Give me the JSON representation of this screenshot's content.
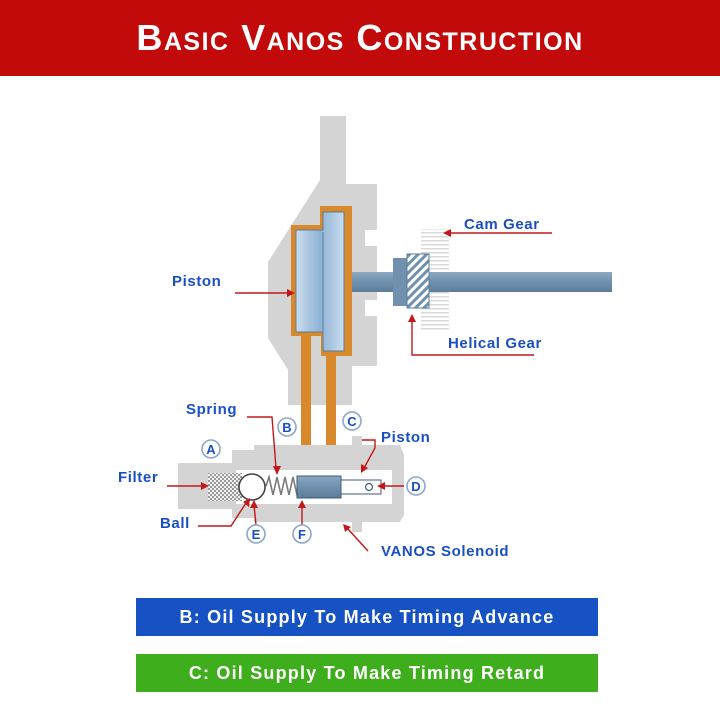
{
  "header": {
    "title": "Basic Vanos Construction"
  },
  "labels": {
    "piston_main": "Piston",
    "cam_gear": "Cam Gear",
    "helical_gear": "Helical Gear",
    "spring": "Spring",
    "piston_solenoid": "Piston",
    "filter": "Filter",
    "ball": "Ball",
    "vanos_solenoid": "VANOS Solenoid"
  },
  "markers": {
    "a": "A",
    "b": "B",
    "c": "C",
    "d": "D",
    "e": "E",
    "f": "F"
  },
  "legend": {
    "b": {
      "text": "B: Oil Supply To Make Timing Advance",
      "color": "#1652c4"
    },
    "c": {
      "text": "C: Oil Supply To Make Timing Retard",
      "color": "#3fae1d"
    }
  },
  "colors": {
    "title_bar": "#c20a0a",
    "label_text": "#1a4fc4",
    "leader_line": "#c21818",
    "oil_passage": "#d8892c",
    "housing": "#d4d4d4",
    "piston_face": "#8fb3d6",
    "shaft": "#6f91ad"
  }
}
